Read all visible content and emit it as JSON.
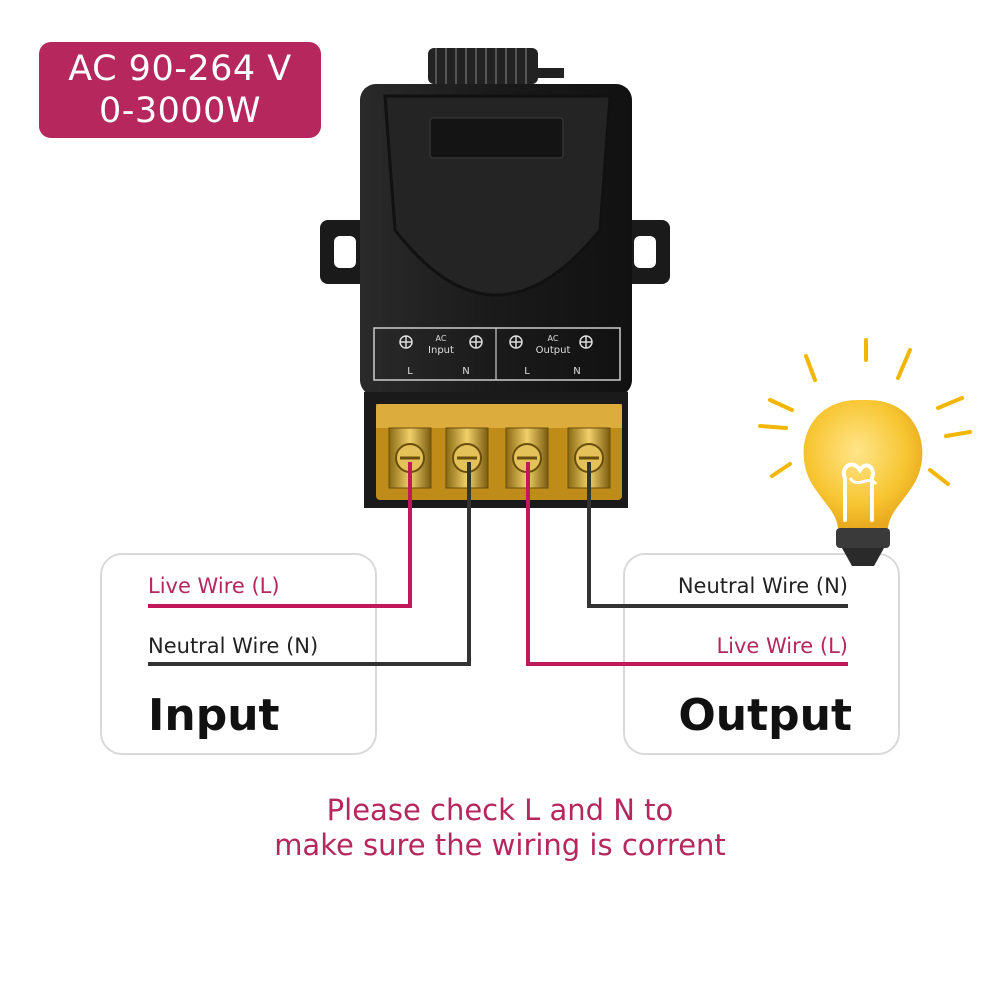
{
  "spec": {
    "voltage": "AC 90-264 V",
    "power": "0-3000W"
  },
  "terminal_labels": {
    "input_ac": "AC",
    "input_name": "Input",
    "output_ac": "AC",
    "output_name": "Output",
    "l1": "L",
    "n1": "N",
    "l2": "L",
    "n2": "N"
  },
  "input": {
    "live_label": "Live Wire (L)",
    "neutral_label": "Neutral Wire (N)",
    "title": "Input"
  },
  "output": {
    "neutral_label": "Neutral Wire (N)",
    "live_label": "Live Wire (L)",
    "title": "Output"
  },
  "note": {
    "line1": "Please check L and N to",
    "line2": "make sure the wiring is corrent"
  },
  "colors": {
    "accent": "#b5275d",
    "neutral_wire": "#333333",
    "live_wire": "#c2185b",
    "device_body": "#1c1c1c",
    "terminal_block": "#d9a21b",
    "bulb": "#f7c531"
  }
}
